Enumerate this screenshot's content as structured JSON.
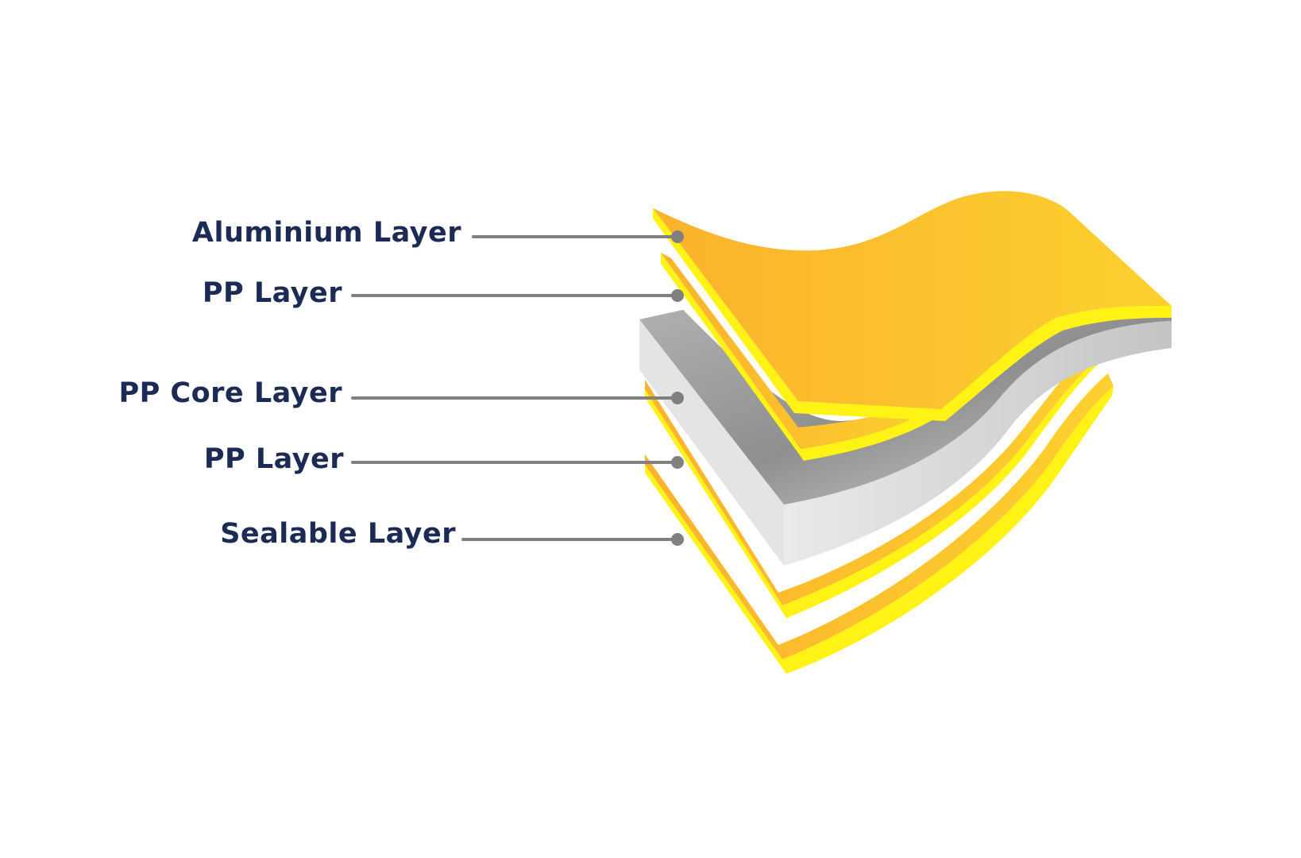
{
  "colors": {
    "label_text": "#1c2b55",
    "leader_line": "#808080",
    "layer_fill": "#fbbd2e",
    "layer_edge": "#fff215",
    "core_top": "#bdbdbd",
    "core_side": "#e2e2e2",
    "background": "#ffffff"
  },
  "labels": {
    "aluminium": "Aluminium Layer",
    "pp_top": "PP Layer",
    "pp_core": "PP Core Layer",
    "pp_bottom": "PP Layer",
    "sealable": "Sealable Layer"
  }
}
